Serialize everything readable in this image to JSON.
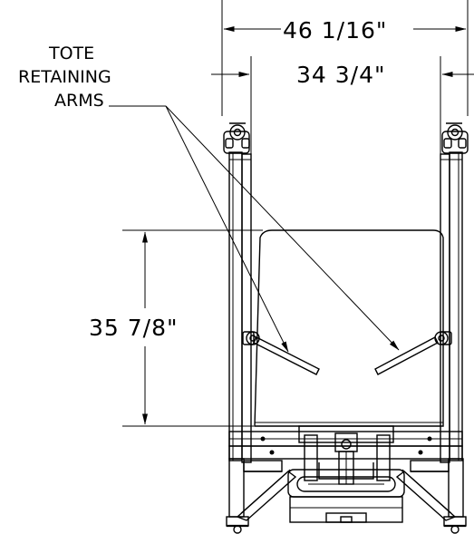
{
  "callout": {
    "line1": "TOTE",
    "line2": "RETAINING",
    "line3": "ARMS"
  },
  "dimensions": {
    "overall_width": "46 1/16\"",
    "inner_width": "34 3/4\"",
    "tote_height": "35 7/8\""
  }
}
